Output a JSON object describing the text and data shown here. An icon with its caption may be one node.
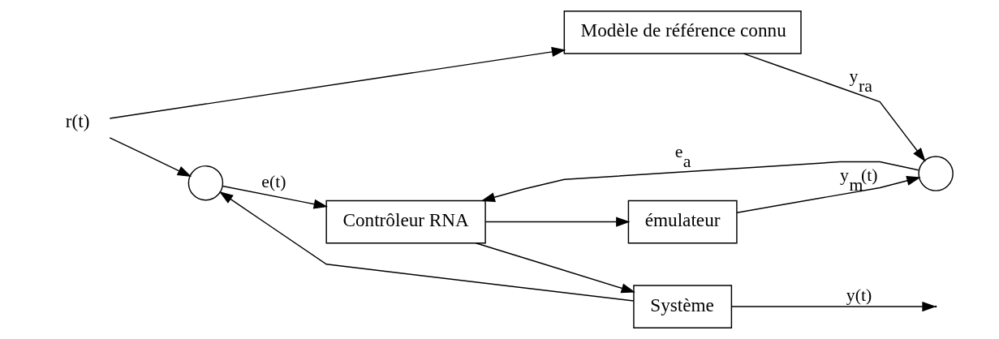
{
  "diagram": {
    "nodes": [
      {
        "text": [
          "Modèle de référence connu"
        ]
      },
      {
        "text": [
          "émulateur"
        ]
      },
      {
        "text": [],
        "shape": "circle"
      },
      {
        "text": [],
        "shape": "circle"
      },
      {
        "text": [
          "r(t)"
        ]
      },
      {
        "text": [
          "Contrôleur RNA"
        ]
      },
      {
        "text": [
          "Système"
        ]
      }
    ],
    "edges": [
      {
        "from": 4,
        "to": 2,
        "arrow": "to"
      },
      {
        "from": 4,
        "to": 0,
        "arrow": "to"
      },
      {
        "from": 2,
        "to": 5,
        "arrow": "to",
        "label": "e(t)"
      },
      {
        "from": 5,
        "to": 6,
        "arrow": "to"
      },
      {
        "from": 5,
        "to": 1,
        "arrow": "to"
      },
      {
        "from": 0,
        "to": 3,
        "arrow": "to",
        "label": "y$_{ra}$"
      },
      {
        "from": 1,
        "to": 3,
        "arrow": "to",
        "label": "y$_{m}$(t)"
      },
      {
        "from": 3,
        "to": 5,
        "arrow": "to",
        "label": "e$_{a}$"
      },
      {
        "from": 6,
        "to": null,
        "arrow": "to",
        "label": "y(t)"
      },
      {
        "from": 6,
        "to": 2,
        "arrow": "to"
      }
    ]
  }
}
